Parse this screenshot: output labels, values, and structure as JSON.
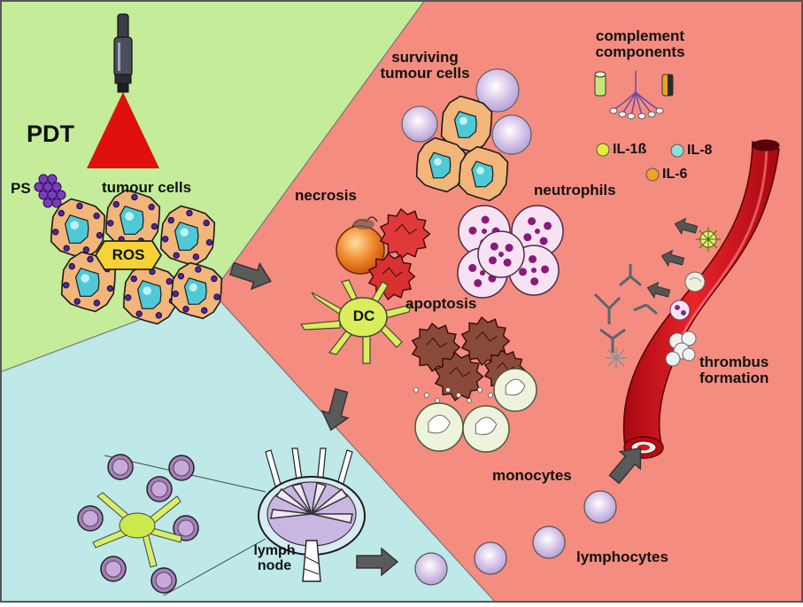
{
  "labels": {
    "pdt": "PDT",
    "ps": "PS",
    "tumour_cells": "tumour cells",
    "ros": "ROS",
    "surviving_tumour_cells": [
      "surviving",
      "tumour cells"
    ],
    "complement_components": [
      "complement",
      "components"
    ],
    "necrosis": "necrosis",
    "neutrophils": "neutrophils",
    "dc": "DC",
    "apoptosis": "apoptosis",
    "thrombus_formation": [
      "thrombus",
      "formation"
    ],
    "monocytes": "monocytes",
    "lymphocytes": "lymphocytes",
    "lymph_node": [
      "lymph",
      "node"
    ]
  },
  "cytokines": [
    {
      "name": "IL-1ß",
      "color": "#e4ee3a"
    },
    {
      "name": "IL-8",
      "color": "#8fe0dc"
    },
    {
      "name": "IL-6",
      "color": "#f2a21c"
    }
  ],
  "colors": {
    "green_region": "#c5ec9a",
    "red_region": "#f48c7f",
    "blue_region": "#bfe8e8",
    "tumour_cell": "#f2b57a",
    "nucleus": "#4fc9d6",
    "vessel": "#d8141c",
    "laser_beam": "#e01010",
    "arrow": "#555555"
  }
}
